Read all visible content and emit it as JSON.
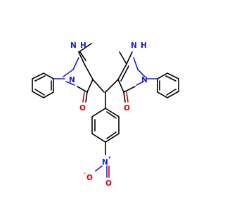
{
  "atoms": {
    "nh_left": "H",
    "n_left_nh": "N",
    "n_left_ph": "N",
    "o_left": "O",
    "nh_right": "H",
    "n_right_nh": "N",
    "n_right_ph": "N",
    "o_right": "O",
    "n_nitro": "N",
    "n_nitro_charge": "+",
    "o_nitro_minus": "O",
    "o_nitro_minus_charge": "-",
    "o_nitro_double": "O"
  },
  "colors": {
    "bond": "#000000",
    "nitrogen": "#1b1bd6",
    "oxygen": "#d60000",
    "background": "#ffffff"
  }
}
